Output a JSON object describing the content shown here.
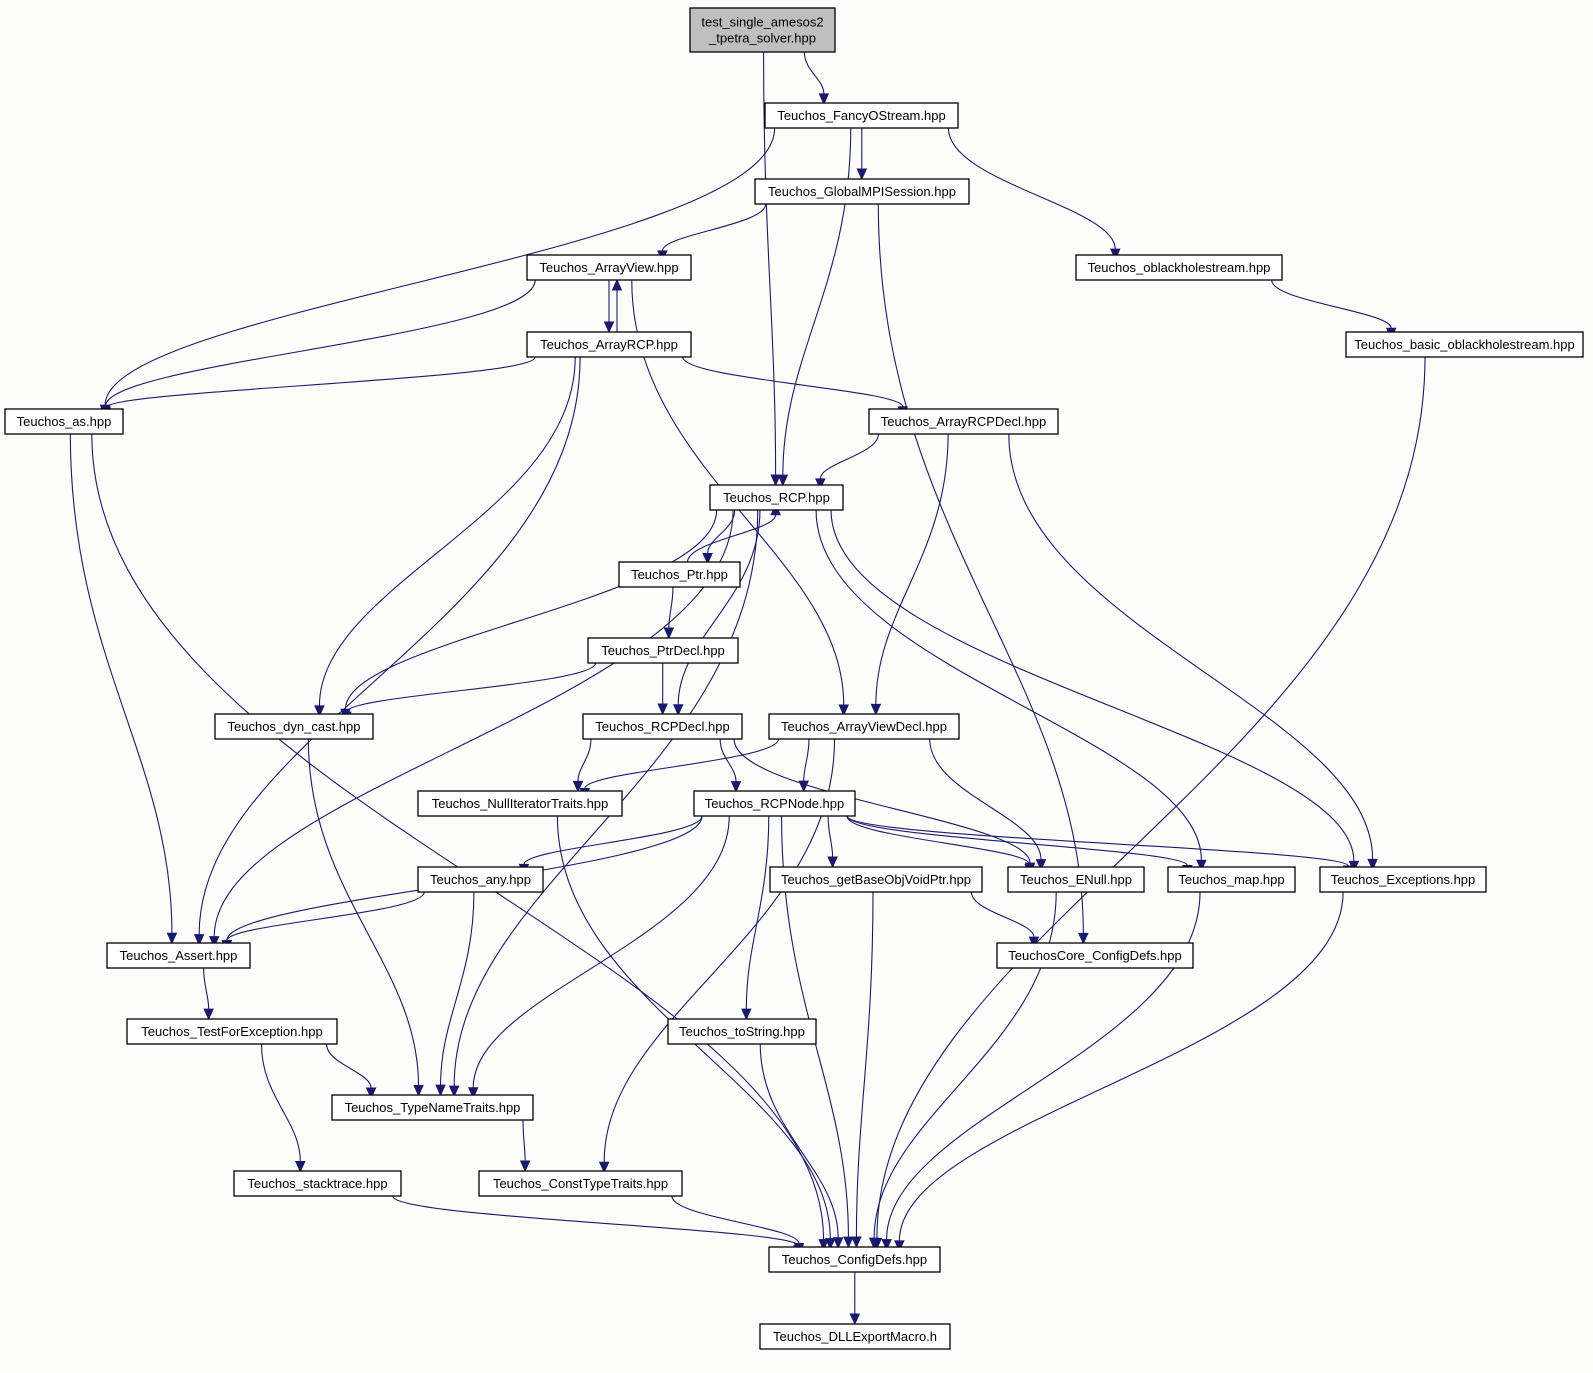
{
  "graph": {
    "nodes": [
      {
        "id": "root",
        "lines": [
          "test_single_amesos2",
          "_tpetra_solver.hpp"
        ],
        "highlighted": true
      },
      {
        "id": "fancy",
        "lines": [
          "Teuchos_FancyOStream.hpp"
        ]
      },
      {
        "id": "global",
        "lines": [
          "Teuchos_GlobalMPISession.hpp"
        ]
      },
      {
        "id": "oblack",
        "lines": [
          "Teuchos_oblackholestream.hpp"
        ]
      },
      {
        "id": "arrayview",
        "lines": [
          "Teuchos_ArrayView.hpp"
        ]
      },
      {
        "id": "basicob",
        "lines": [
          "Teuchos_basic_oblackholestream.hpp"
        ]
      },
      {
        "id": "arrayrcp",
        "lines": [
          "Teuchos_ArrayRCP.hpp"
        ]
      },
      {
        "id": "as",
        "lines": [
          "Teuchos_as.hpp"
        ]
      },
      {
        "id": "arrayrcpdecl",
        "lines": [
          "Teuchos_ArrayRCPDecl.hpp"
        ]
      },
      {
        "id": "rcp",
        "lines": [
          "Teuchos_RCP.hpp"
        ]
      },
      {
        "id": "ptr",
        "lines": [
          "Teuchos_Ptr.hpp"
        ]
      },
      {
        "id": "ptrdecl",
        "lines": [
          "Teuchos_PtrDecl.hpp"
        ]
      },
      {
        "id": "dyncast",
        "lines": [
          "Teuchos_dyn_cast.hpp"
        ]
      },
      {
        "id": "rcpdecl",
        "lines": [
          "Teuchos_RCPDecl.hpp"
        ]
      },
      {
        "id": "arrayviewdecl",
        "lines": [
          "Teuchos_ArrayViewDecl.hpp"
        ]
      },
      {
        "id": "nulliter",
        "lines": [
          "Teuchos_NullIteratorTraits.hpp"
        ]
      },
      {
        "id": "rcpnode",
        "lines": [
          "Teuchos_RCPNode.hpp"
        ]
      },
      {
        "id": "any",
        "lines": [
          "Teuchos_any.hpp"
        ]
      },
      {
        "id": "getbase",
        "lines": [
          "Teuchos_getBaseObjVoidPtr.hpp"
        ]
      },
      {
        "id": "enull",
        "lines": [
          "Teuchos_ENull.hpp"
        ]
      },
      {
        "id": "map",
        "lines": [
          "Teuchos_map.hpp"
        ]
      },
      {
        "id": "exceptions",
        "lines": [
          "Teuchos_Exceptions.hpp"
        ]
      },
      {
        "id": "assert",
        "lines": [
          "Teuchos_Assert.hpp"
        ]
      },
      {
        "id": "coreconfig",
        "lines": [
          "TeuchosCore_ConfigDefs.hpp"
        ]
      },
      {
        "id": "testfor",
        "lines": [
          "Teuchos_TestForException.hpp"
        ]
      },
      {
        "id": "tostring",
        "lines": [
          "Teuchos_toString.hpp"
        ]
      },
      {
        "id": "typename",
        "lines": [
          "Teuchos_TypeNameTraits.hpp"
        ]
      },
      {
        "id": "stacktrace",
        "lines": [
          "Teuchos_stacktrace.hpp"
        ]
      },
      {
        "id": "consttype",
        "lines": [
          "Teuchos_ConstTypeTraits.hpp"
        ]
      },
      {
        "id": "configdefs",
        "lines": [
          "Teuchos_ConfigDefs.hpp"
        ]
      },
      {
        "id": "dll",
        "lines": [
          "Teuchos_DLLExportMacro.h"
        ]
      }
    ],
    "edges": [
      [
        "root",
        "fancy"
      ],
      [
        "root",
        "rcp"
      ],
      [
        "fancy",
        "global"
      ],
      [
        "fancy",
        "oblack"
      ],
      [
        "fancy",
        "as"
      ],
      [
        "fancy",
        "rcp"
      ],
      [
        "global",
        "arrayview"
      ],
      [
        "global",
        "coreconfig"
      ],
      [
        "oblack",
        "basicob"
      ],
      [
        "basicob",
        "configdefs"
      ],
      [
        "arrayview",
        "arrayrcp"
      ],
      [
        "arrayview",
        "as"
      ],
      [
        "arrayview",
        "arrayviewdecl"
      ],
      [
        "arrayrcp",
        "arrayview"
      ],
      [
        "arrayrcp",
        "as"
      ],
      [
        "arrayrcp",
        "arrayrcpdecl"
      ],
      [
        "arrayrcp",
        "dyncast"
      ],
      [
        "arrayrcp",
        "assert"
      ],
      [
        "arrayrcpdecl",
        "rcp"
      ],
      [
        "arrayrcpdecl",
        "arrayviewdecl"
      ],
      [
        "arrayrcpdecl",
        "exceptions"
      ],
      [
        "as",
        "assert"
      ],
      [
        "as",
        "configdefs"
      ],
      [
        "rcp",
        "ptr"
      ],
      [
        "rcp",
        "dyncast"
      ],
      [
        "rcp",
        "assert"
      ],
      [
        "rcp",
        "typename"
      ],
      [
        "rcp",
        "rcpdecl"
      ],
      [
        "rcp",
        "map"
      ],
      [
        "rcp",
        "exceptions"
      ],
      [
        "ptr",
        "rcp"
      ],
      [
        "ptr",
        "ptrdecl"
      ],
      [
        "ptrdecl",
        "dyncast"
      ],
      [
        "ptrdecl",
        "rcpdecl"
      ],
      [
        "dyncast",
        "typename"
      ],
      [
        "rcpdecl",
        "nulliter"
      ],
      [
        "rcpdecl",
        "rcpnode"
      ],
      [
        "rcpdecl",
        "enull"
      ],
      [
        "arrayviewdecl",
        "nulliter"
      ],
      [
        "arrayviewdecl",
        "rcpnode"
      ],
      [
        "arrayviewdecl",
        "enull"
      ],
      [
        "arrayviewdecl",
        "consttype"
      ],
      [
        "nulliter",
        "configdefs"
      ],
      [
        "rcpnode",
        "assert"
      ],
      [
        "rcpnode",
        "any"
      ],
      [
        "rcpnode",
        "getbase"
      ],
      [
        "rcpnode",
        "enull"
      ],
      [
        "rcpnode",
        "map"
      ],
      [
        "rcpnode",
        "exceptions"
      ],
      [
        "rcpnode",
        "typename"
      ],
      [
        "rcpnode",
        "tostring"
      ],
      [
        "rcpnode",
        "configdefs"
      ],
      [
        "any",
        "assert"
      ],
      [
        "any",
        "typename"
      ],
      [
        "getbase",
        "coreconfig"
      ],
      [
        "getbase",
        "configdefs"
      ],
      [
        "enull",
        "configdefs"
      ],
      [
        "map",
        "configdefs"
      ],
      [
        "exceptions",
        "configdefs"
      ],
      [
        "assert",
        "testfor"
      ],
      [
        "testfor",
        "typename"
      ],
      [
        "testfor",
        "stacktrace"
      ],
      [
        "tostring",
        "configdefs"
      ],
      [
        "typename",
        "consttype"
      ],
      [
        "stacktrace",
        "configdefs"
      ],
      [
        "consttype",
        "configdefs"
      ],
      [
        "configdefs",
        "dll"
      ]
    ]
  }
}
